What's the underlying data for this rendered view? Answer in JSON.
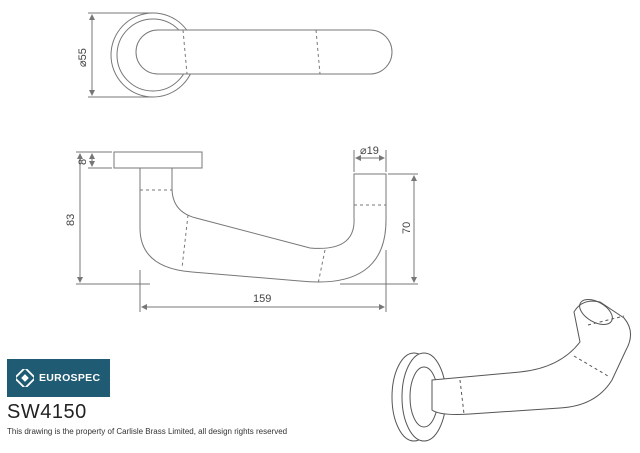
{
  "brand": {
    "name": "EUROSPEC",
    "color": "#1f5b72"
  },
  "product_code": "SW4150",
  "copyright": "This drawing is the property of Carlisle Brass Limited, all design rights reserved",
  "dimensions": {
    "rose_diameter": "55",
    "rose_thickness": "8",
    "projection": "83",
    "lever_length": "159",
    "lever_diameter": "19",
    "lever_height": "70"
  },
  "views": [
    "top-view",
    "side-view",
    "perspective-view"
  ]
}
